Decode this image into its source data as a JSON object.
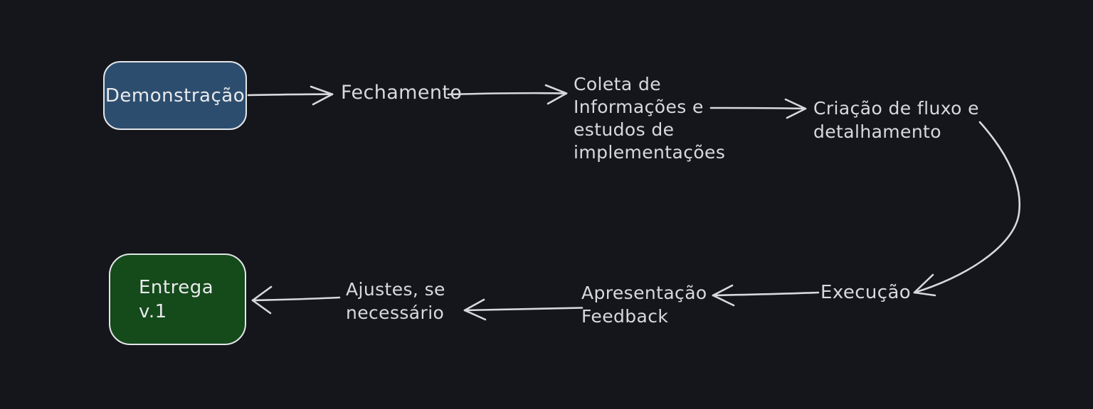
{
  "app": {
    "background_color": "#14161b",
    "ink_color": "#d8d9dd",
    "node_border_color": "#e4e5e8",
    "demonstracao_fill": "#2d4d6e",
    "entrega_fill": "#154a1b"
  },
  "diagram": {
    "nodes": {
      "demonstracao": {
        "label": "Demonstração"
      },
      "fechamento": {
        "lines": [
          "Fechamento"
        ]
      },
      "coleta": {
        "lines": [
          "Coleta de",
          "Informações e",
          "estudos de",
          "implementações"
        ]
      },
      "criacao": {
        "lines": [
          "Criação de fluxo e",
          "detalhamento"
        ]
      },
      "execucao": {
        "lines": [
          "Execução"
        ]
      },
      "apresentacao": {
        "lines": [
          "Apresentação",
          "Feedback"
        ]
      },
      "ajustes": {
        "lines": [
          "Ajustes, se",
          "necessário"
        ]
      },
      "entrega": {
        "lines": [
          "Entrega",
          "v.1"
        ]
      }
    },
    "arrows": [
      {
        "from": "demonstracao",
        "to": "fechamento"
      },
      {
        "from": "fechamento",
        "to": "coleta"
      },
      {
        "from": "coleta",
        "to": "criacao"
      },
      {
        "from": "criacao",
        "to": "execucao"
      },
      {
        "from": "execucao",
        "to": "apresentacao"
      },
      {
        "from": "apresentacao",
        "to": "ajustes"
      },
      {
        "from": "ajustes",
        "to": "entrega"
      }
    ]
  }
}
